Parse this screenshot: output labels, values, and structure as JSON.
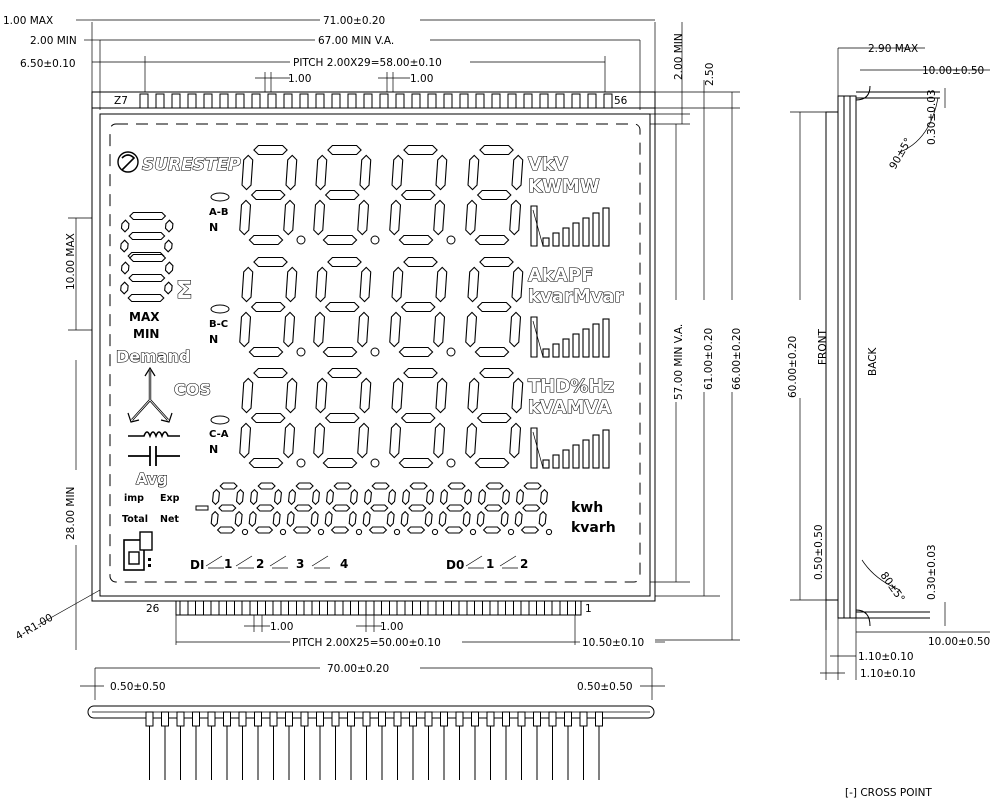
{
  "dims": {
    "d1": "1.00 MAX",
    "d2": "71.00±0.20",
    "d3": "2.00 MIN",
    "d4": "67.00 MIN V.A.",
    "d5": "6.50±0.10",
    "d6": "PITCH 2.00X29=58.00±0.10",
    "d7": "1.00",
    "d8": "1.00",
    "d9": "2.00 MIN",
    "d10": "2.50",
    "d11": "10.00 MAX",
    "d12": "28.00 MIN",
    "d13": "57.00 MIN V.A.",
    "d14": "61.00±0.20",
    "d15": "66.00±0.20",
    "d16": "4-R1.00",
    "d17": "1.00",
    "d18": "1.00",
    "d19": "PITCH 2.00X25=50.00±0.10",
    "d20": "10.50±0.10",
    "d21": "70.00±0.20",
    "d22": "0.50±0.50",
    "d23": "0.50±0.50",
    "d24": "2.90 MAX",
    "d25": "10.00±0.50",
    "d26": "90±5°",
    "d27": "0.30±0.03",
    "d28": "60.00±0.20",
    "d29": "0.50±0.50",
    "d30": "80±5°",
    "d31": "0.30±0.03",
    "d32": "10.00±0.50",
    "d33": "1.10±0.10",
    "d34": "1.10±0.10",
    "cross": "[-] CROSS POINT"
  },
  "pins": {
    "top_first": "Z7",
    "top_last": "56",
    "bottom_first": "26",
    "bottom_last": "1"
  },
  "side": {
    "front": "FRONT",
    "back": "BACK"
  },
  "lcd": {
    "logo": "SURESTEP",
    "ab": "A-B",
    "bc": "B-C",
    "ca": "C-A",
    "n1": "N",
    "n2": "N",
    "n3": "N",
    "sigma": "Σ",
    "max": "MAX",
    "min": "MIN",
    "demand": "Demand",
    "cos": "COS",
    "avg": "Avg",
    "imp": "imp",
    "exp": "Exp",
    "total": "Total",
    "net": "Net",
    "row1_a": "VkV",
    "row1_b": "KWMW",
    "row2_a": "AkAPF",
    "row2_b": "kvarMvar",
    "row3_a": "THD%Hz",
    "row3_b": "kVAMVA",
    "kwh": "kwh",
    "kvarh": "kvarh",
    "di": "DI",
    "di_nums": [
      "1",
      "2",
      "3",
      "4"
    ],
    "do": "D0",
    "do_nums": [
      "1",
      "2"
    ]
  }
}
